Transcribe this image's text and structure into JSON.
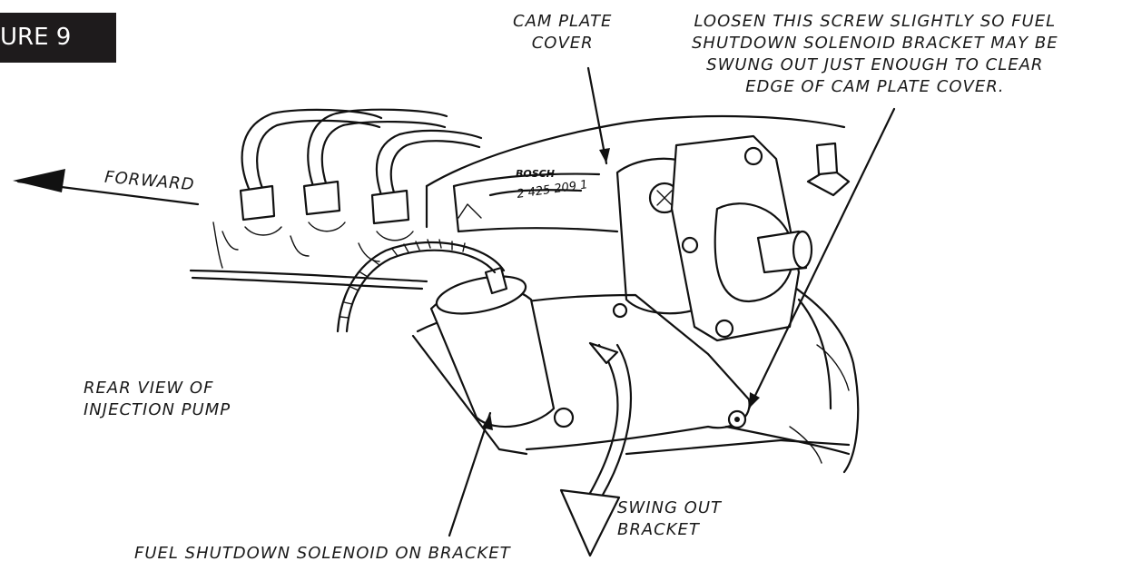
{
  "figure": {
    "label": "URE 9"
  },
  "callouts": {
    "cam_plate_cover": "CAM PLATE\nCOVER",
    "loosen_screw": "LOOSEN THIS SCREW SLIGHTLY SO FUEL\nSHUTDOWN SOLENOID BRACKET MAY BE\nSWUNG OUT JUST ENOUGH TO CLEAR\nEDGE OF CAM PLATE COVER.",
    "forward": "FORWARD",
    "rear_view": "REAR VIEW OF\nINJECTION PUMP",
    "swing_out": "SWING OUT\nBRACKET",
    "solenoid": "FUEL SHUTDOWN SOLENOID ON BRACKET"
  },
  "pump_stamp": {
    "brand": "BOSCH",
    "part_number": "2 425 209 1"
  },
  "icons": [
    "forward-arrow-icon",
    "swing-arrow-icon"
  ]
}
